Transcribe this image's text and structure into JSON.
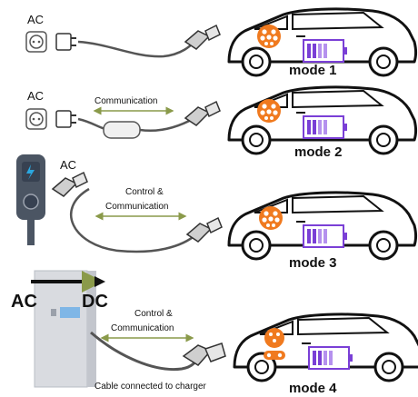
{
  "rows": [
    {
      "source_label": "AC",
      "link_label": "",
      "mode_label": "mode 1"
    },
    {
      "source_label": "AC",
      "link_label": "Communication",
      "mode_label": "mode 2"
    },
    {
      "source_label": "AC",
      "link_label_1": "Control &",
      "link_label_2": "Communication",
      "mode_label": "mode 3"
    },
    {
      "ac_label": "AC",
      "dc_label": "DC",
      "link_label_1": "Control &",
      "link_label_2": "Communication",
      "caption": "Cable connected to charger",
      "mode_label": "mode 4"
    }
  ],
  "colors": {
    "socket_orange": "#f07a1f",
    "battery_purple": "#7a3fd6",
    "battery_light": "#b591ee",
    "cable": "#555555",
    "arrow_green": "#8a9a4a",
    "charger_body": "#d9dbe0",
    "charger_screen": "#7fb6e6",
    "wallbox": "#4b5563",
    "wallbox_accent": "#2aa7e0"
  }
}
